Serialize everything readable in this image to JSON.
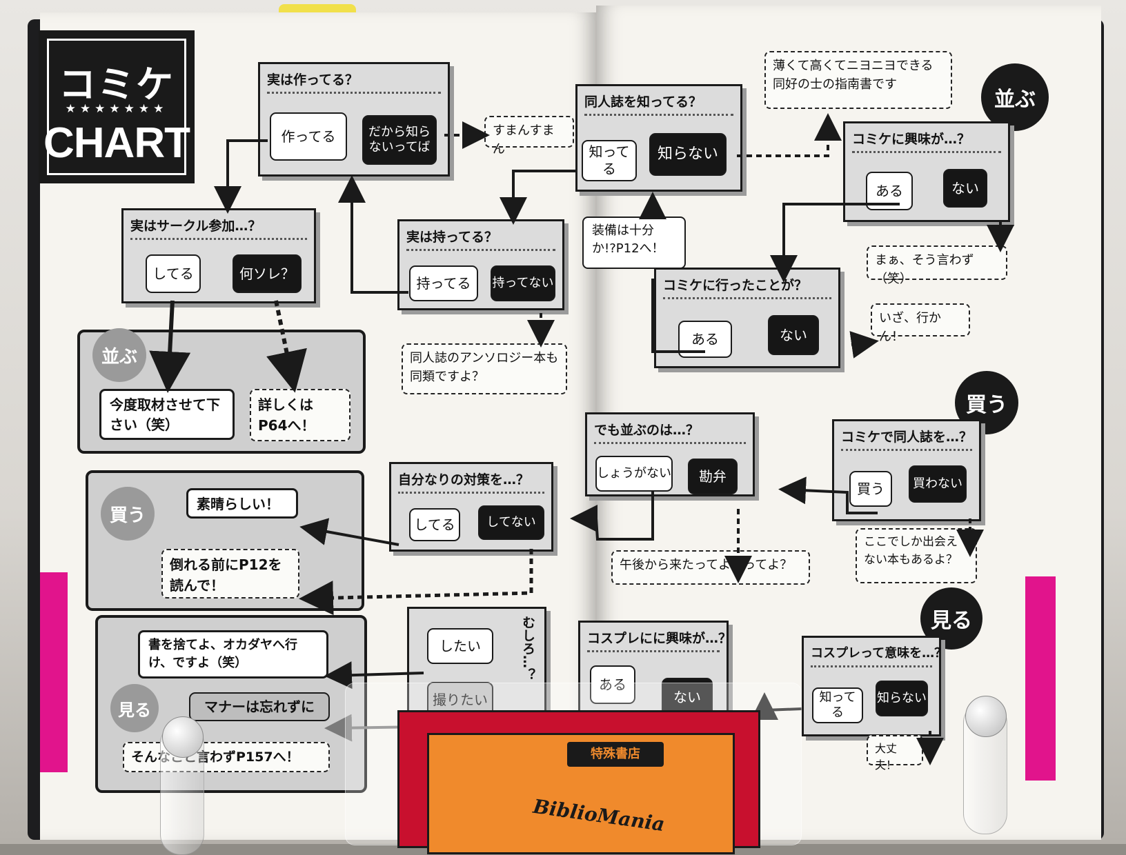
{
  "logo": {
    "title": "コミケ",
    "stars": "★★★★★★★",
    "subtitle": "CHART"
  },
  "left_page": {
    "q_tsukutteru": {
      "question": "実は作ってる？",
      "yes": "作ってる",
      "no": "だから知らないってば"
    },
    "note_suman": "すまんすまん",
    "q_circle": {
      "question": "実はサークル参加…？",
      "yes": "してる",
      "no": "何ソレ？"
    },
    "q_motteru": {
      "question": "実は持ってる？",
      "yes": "持ってる",
      "no": "持ってない"
    },
    "note_anthology": "同人誌のアンソロジー本も同類ですよ？",
    "panel_narabu": {
      "badge": "並ぶ",
      "result1": "今度取材させて下さい（笑）",
      "result2": "詳しくはP64へ！"
    },
    "q_taisaku": {
      "question": "自分なりの対策を…？",
      "yes": "してる",
      "no": "してない"
    },
    "panel_kau": {
      "badge": "買う",
      "result1": "素晴らしい！",
      "result2": "倒れる前にP12を読んで！"
    },
    "q_mushiro": {
      "question": "むしろ…？",
      "opt1": "したい",
      "opt2": "撮りたい"
    },
    "panel_miru": {
      "badge": "見る",
      "result1": "書を捨てよ、オカダヤへ行け、ですよ（笑）",
      "result2": "マナーは忘れずに",
      "result3": "そんなこと言わずP157へ！"
    }
  },
  "right_page": {
    "q_doujinshi": {
      "question": "同人誌を知ってる？",
      "yes": "知ってる",
      "no": "知らない"
    },
    "note_shinan": "薄くて高くてニヨニヨできる同好の士の指南書です",
    "badge_narabu": "並ぶ",
    "q_kyoumi": {
      "question": "コミケに興味が…？",
      "yes": "ある",
      "no": "ない"
    },
    "note_maa": "まぁ、そう言わず（笑）",
    "note_soubi": "装備は十分か!?P12へ！",
    "q_itta": {
      "question": "コミケに行ったことが？",
      "yes": "ある",
      "no": "ない"
    },
    "note_iza": "いざ、行かん！",
    "badge_kau": "買う",
    "q_demo": {
      "question": "でも並ぶのは…？",
      "yes": "しょうがない",
      "no": "勘弁"
    },
    "q_kau": {
      "question": "コミケで同人誌を…？",
      "yes": "買う",
      "no": "買わない"
    },
    "note_gogo": "午後から来たってよくってよ？",
    "note_kokode": "ここでしか出会えない本もあるよ？",
    "badge_miru": "見る",
    "q_cosplay_kyoumi": {
      "question": "コスプレにに興味が…？",
      "yes": "ある",
      "no": "ない"
    },
    "q_cosplay_imi": {
      "question": "コスプレって意味を…？",
      "yes": "知ってる",
      "no": "知らない"
    },
    "note_daijoubu": "大丈夫！"
  },
  "bookmark": {
    "shop": "特殊書店",
    "brand": "BiblioMania"
  },
  "colors": {
    "page": "#f6f4ef",
    "box": "#dcdcdc",
    "ink": "#1a1a1a",
    "pink_edge": "#e1148c",
    "bookmark_red": "#c8102e",
    "bookmark_orange": "#f08a2c"
  }
}
